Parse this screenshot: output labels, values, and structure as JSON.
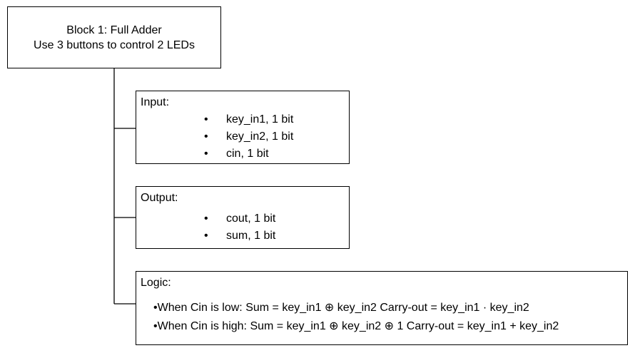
{
  "root": {
    "line1": "Block 1: Full Adder",
    "line2": "Use 3 buttons to control 2 LEDs"
  },
  "input": {
    "title": "Input:",
    "items": [
      "key_in1, 1 bit",
      "key_in2, 1 bit",
      "cin, 1 bit"
    ]
  },
  "output": {
    "title": "Output:",
    "items": [
      "cout, 1 bit",
      "sum, 1 bit"
    ]
  },
  "logic": {
    "title": "Logic:",
    "lines": [
      "•When Cin is low: Sum = key_in1 ⊕ key_in2 Carry-out = key_in1 · key_in2",
      "•When Cin is high: Sum = key_in1 ⊕ key_in2 ⊕ 1 Carry-out = key_in1 + key_in2"
    ]
  },
  "bullet_glyph": "•"
}
